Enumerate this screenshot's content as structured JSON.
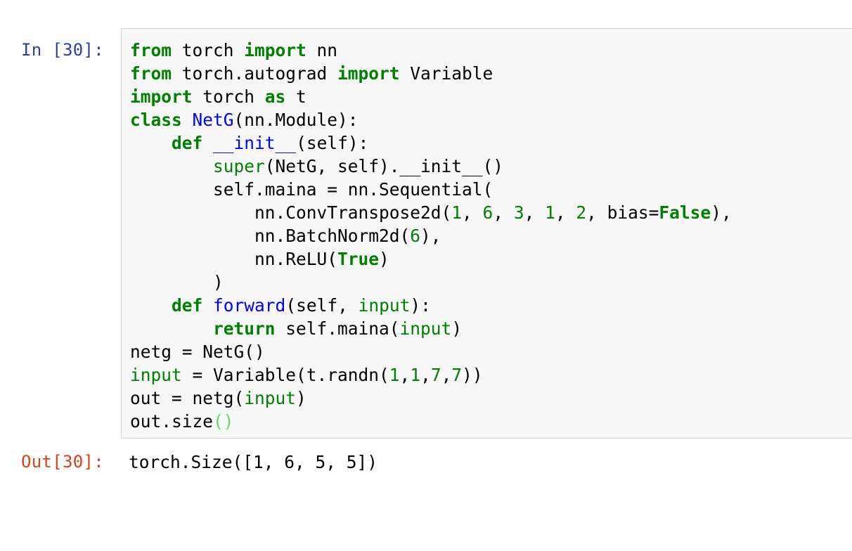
{
  "cell": {
    "in_prompt": "In [30]:",
    "out_prompt": "Out[30]:",
    "code_lines": [
      [
        {
          "t": "from",
          "k": "kw"
        },
        {
          "t": " torch ",
          "k": "plain"
        },
        {
          "t": "import",
          "k": "kw"
        },
        {
          "t": " nn",
          "k": "plain"
        }
      ],
      [
        {
          "t": "from",
          "k": "kw"
        },
        {
          "t": " torch.autograd ",
          "k": "plain"
        },
        {
          "t": "import",
          "k": "kw"
        },
        {
          "t": " Variable",
          "k": "plain"
        }
      ],
      [
        {
          "t": "import",
          "k": "kw"
        },
        {
          "t": " torch ",
          "k": "plain"
        },
        {
          "t": "as",
          "k": "kw"
        },
        {
          "t": " t",
          "k": "plain"
        }
      ],
      [
        {
          "t": "class",
          "k": "kw"
        },
        {
          "t": " ",
          "k": "plain"
        },
        {
          "t": "NetG",
          "k": "name"
        },
        {
          "t": "(nn.Module):",
          "k": "plain"
        }
      ],
      [
        {
          "t": "    ",
          "k": "plain"
        },
        {
          "t": "def",
          "k": "kw"
        },
        {
          "t": " ",
          "k": "plain"
        },
        {
          "t": "__init__",
          "k": "name"
        },
        {
          "t": "(self):",
          "k": "plain"
        }
      ],
      [
        {
          "t": "        ",
          "k": "plain"
        },
        {
          "t": "super",
          "k": "builtin"
        },
        {
          "t": "(NetG, self).__init__()",
          "k": "plain"
        }
      ],
      [
        {
          "t": "        self.maina = nn.Sequential(",
          "k": "plain"
        }
      ],
      [
        {
          "t": "            nn.ConvTranspose2d(",
          "k": "plain"
        },
        {
          "t": "1",
          "k": "num"
        },
        {
          "t": ", ",
          "k": "plain"
        },
        {
          "t": "6",
          "k": "num"
        },
        {
          "t": ", ",
          "k": "plain"
        },
        {
          "t": "3",
          "k": "num"
        },
        {
          "t": ", ",
          "k": "plain"
        },
        {
          "t": "1",
          "k": "num"
        },
        {
          "t": ", ",
          "k": "plain"
        },
        {
          "t": "2",
          "k": "num"
        },
        {
          "t": ", bias=",
          "k": "plain"
        },
        {
          "t": "False",
          "k": "const"
        },
        {
          "t": "),",
          "k": "plain"
        }
      ],
      [
        {
          "t": "            nn.BatchNorm2d(",
          "k": "plain"
        },
        {
          "t": "6",
          "k": "num"
        },
        {
          "t": "),",
          "k": "plain"
        }
      ],
      [
        {
          "t": "            nn.ReLU(",
          "k": "plain"
        },
        {
          "t": "True",
          "k": "const"
        },
        {
          "t": ")",
          "k": "plain"
        }
      ],
      [
        {
          "t": "        )",
          "k": "plain"
        }
      ],
      [
        {
          "t": "    ",
          "k": "plain"
        },
        {
          "t": "def",
          "k": "kw"
        },
        {
          "t": " ",
          "k": "plain"
        },
        {
          "t": "forward",
          "k": "name"
        },
        {
          "t": "(self, ",
          "k": "plain"
        },
        {
          "t": "input",
          "k": "builtin"
        },
        {
          "t": "):",
          "k": "plain"
        }
      ],
      [
        {
          "t": "        ",
          "k": "plain"
        },
        {
          "t": "return",
          "k": "kw"
        },
        {
          "t": " self.maina(",
          "k": "plain"
        },
        {
          "t": "input",
          "k": "builtin"
        },
        {
          "t": ")",
          "k": "plain"
        }
      ],
      [
        {
          "t": "netg = NetG()",
          "k": "plain"
        }
      ],
      [
        {
          "t": "input",
          "k": "builtin"
        },
        {
          "t": " = Variable(t.randn(",
          "k": "plain"
        },
        {
          "t": "1",
          "k": "num"
        },
        {
          "t": ",",
          "k": "plain"
        },
        {
          "t": "1",
          "k": "num"
        },
        {
          "t": ",",
          "k": "plain"
        },
        {
          "t": "7",
          "k": "num"
        },
        {
          "t": ",",
          "k": "plain"
        },
        {
          "t": "7",
          "k": "num"
        },
        {
          "t": "))",
          "k": "plain"
        }
      ],
      [
        {
          "t": "out = netg(",
          "k": "plain"
        },
        {
          "t": "input",
          "k": "builtin"
        },
        {
          "t": ")",
          "k": "plain"
        }
      ],
      [
        {
          "t": "out.size",
          "k": "plain"
        },
        {
          "t": "()",
          "k": "bracket-hl"
        }
      ]
    ],
    "output_text": "torch.Size([1, 6, 5, 5])"
  },
  "colors": {
    "in_prompt": "#303f9f",
    "out_prompt": "#d84315",
    "keyword": "#008000",
    "name": "#0000ff",
    "number": "#008000",
    "bracket_highlight": "#70d070",
    "cell_background": "#f7f7f7",
    "cell_border": "#cfcfcf"
  }
}
